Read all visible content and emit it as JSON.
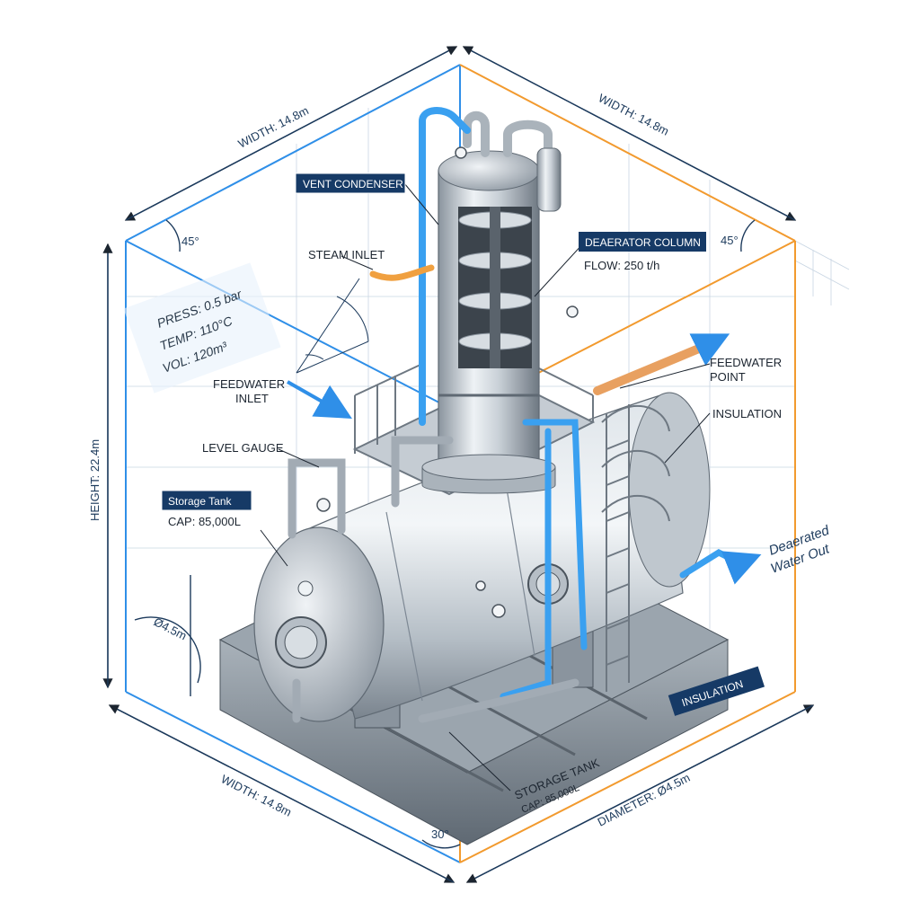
{
  "colors": {
    "blue_line": "#2f8fe8",
    "orange_line": "#f29a2e",
    "navy_tag": "#163a66",
    "steel_light": "#e6ebf0",
    "steel_dark": "#7d8894",
    "pipe_blue": "#3aa0f0",
    "pipe_orange": "#f0a040",
    "text_dark": "#1c2530"
  },
  "dimensions": {
    "width_top_left": "WIDTH: 14.8m",
    "width_top_right": "WIDTH: 14.8m",
    "width_bottom_left": "WIDTH: 14.8m",
    "height": "HEIGHT: 22.4m",
    "diameter": "DIAMETER: Ø4.5m",
    "diameter_small": "Ø4.5m",
    "angle_top_left": "45°",
    "angle_top_right": "45°",
    "angle_bottom": "30°"
  },
  "process": {
    "press": "PRESS: 0.5 bar",
    "temp": "TEMP:  110°C",
    "vol": "VOL:    120m³"
  },
  "labels": {
    "vent_condenser": "VENT CONDENSER",
    "steam_inlet": "STEAM INLET",
    "deaerator_column": "DEAERATOR COLUMN",
    "flow": "FLOW: 250 t/h",
    "feedwater_inlet_1": "FEEDWATER",
    "feedwater_inlet_2": "INLET",
    "feedwater_point_1": "FEEDWATER",
    "feedwater_point_2": "POINT",
    "insulation_top": "INSULATION",
    "level_gauge": "LEVEL GAUGE",
    "storage_tank": "Storage Tank",
    "cap": "CAP: 85,000L",
    "deaerated_1": "Deaerated",
    "deaerated_2": "Water Out",
    "insulation_tag": "INSULATION",
    "storage_tank_bottom": "STORAGE TANK",
    "cap_bottom": "CAP: 85,000L"
  }
}
